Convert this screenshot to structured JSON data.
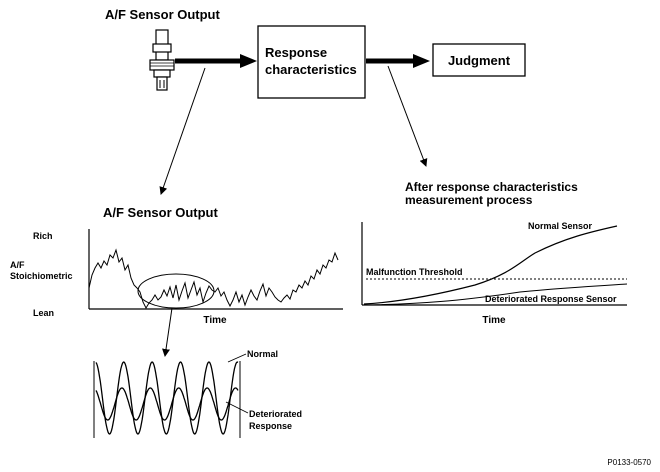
{
  "sensor_output_label": "A/F Sensor Output",
  "response_box_line1": "Response",
  "response_box_line2": "characteristics",
  "judgment_label": "Judgment",
  "af_chart": {
    "title": "A/F Sensor Output",
    "y_ticks": [
      "Rich",
      "A/F",
      "Stoichiometric",
      "Lean"
    ],
    "xlabel": "Time"
  },
  "response_chart": {
    "title_line1": "After response characteristics",
    "title_line2": "measurement process",
    "normal_label": "Normal Sensor",
    "threshold_label": "Malfunction Threshold",
    "deteriorated_label": "Deteriorated Response Sensor",
    "xlabel": "Time"
  },
  "zoom": {
    "normal_label": "Normal",
    "deteriorated_line1": "Deteriorated",
    "deteriorated_line2": "Response"
  },
  "figure_code": "P0133-0570"
}
